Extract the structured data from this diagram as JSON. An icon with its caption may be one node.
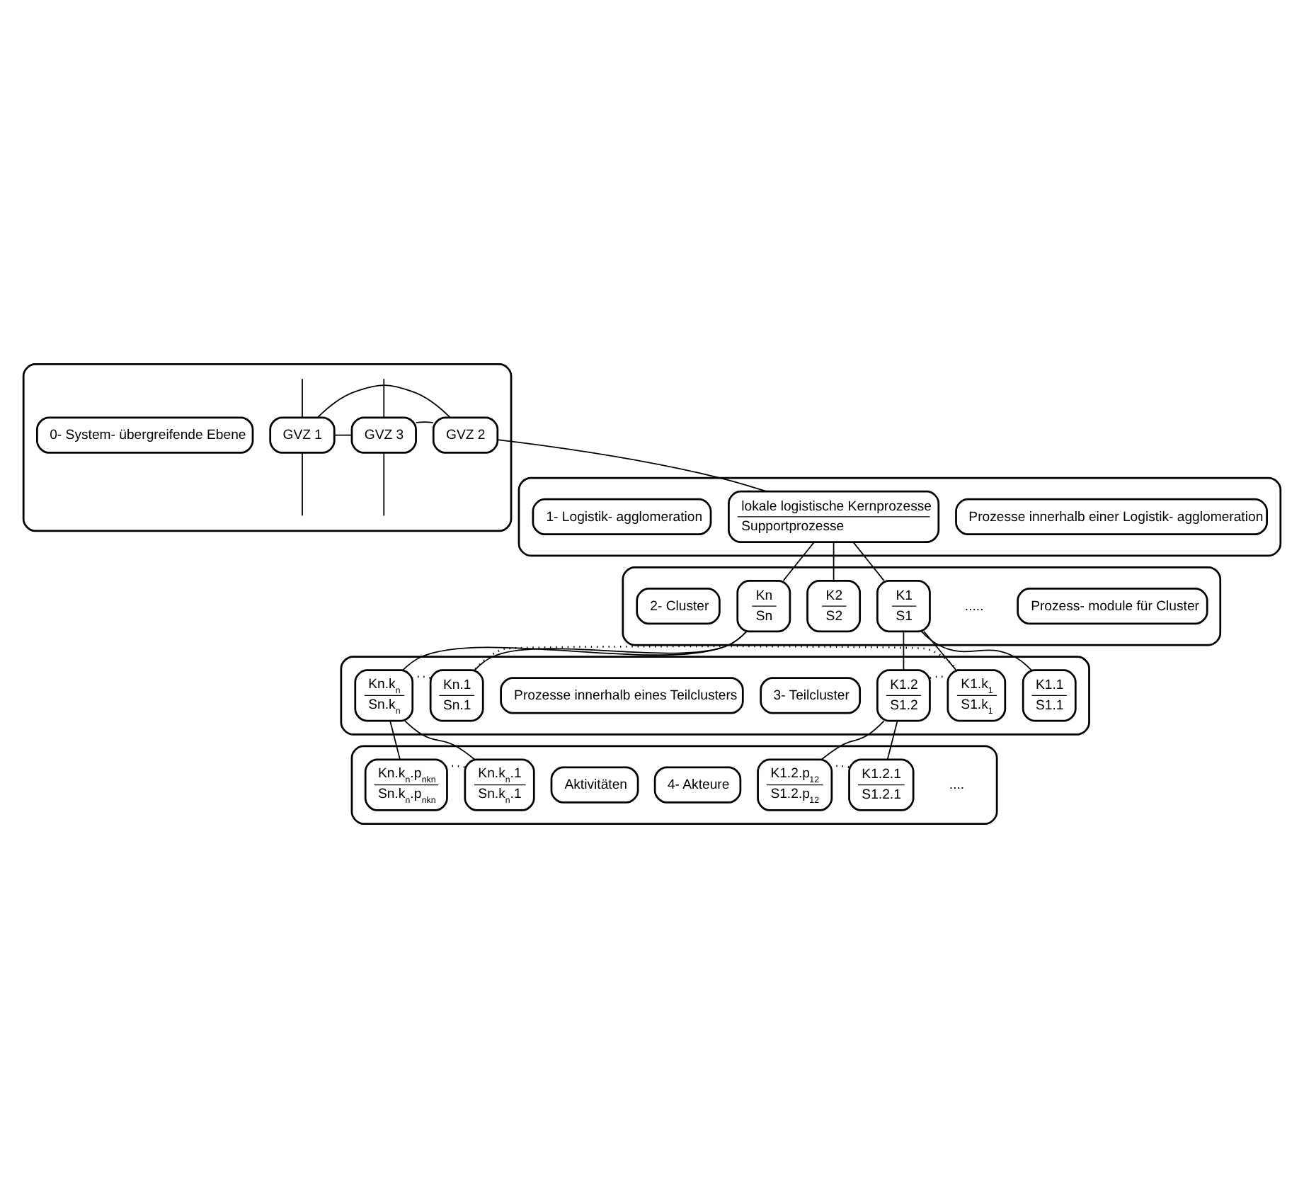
{
  "diagram": {
    "nodes": [
      {
        "text": [],
        "shape": "box"
      },
      {
        "text": [
          "0- System- übergreifende Ebene"
        ],
        "in": 0
      },
      {
        "text": [
          "GVZ 1"
        ],
        "in": 0
      },
      {
        "text": [
          "GVZ 2"
        ],
        "in": 0
      },
      {
        "text": [
          "GVZ 3"
        ],
        "in": 0
      },
      {
        "text": [],
        "shape": "box"
      },
      {
        "text": [
          "1- Logistik- agglomeration"
        ],
        "in": 5
      },
      {
        "text": [
          "lokale logistische Kernprozesse",
          "Supportprozesse"
        ],
        "in": 5
      },
      {
        "text": [
          "Prozesse innerhalb einer Logistik- agglomeration"
        ],
        "in": 5
      },
      {
        "text": [],
        "shape": "box"
      },
      {
        "text": [
          "2- Cluster"
        ],
        "in": 9
      },
      {
        "text": [
          "K1",
          "S1"
        ],
        "in": 9
      },
      {
        "text": [
          "K2",
          "S2"
        ],
        "in": 9
      },
      {
        "text": [
          "Kn",
          "Sn"
        ],
        "in": 9
      },
      {
        "text": [
          "Prozess- module für Cluster"
        ],
        "in": 9
      },
      {
        "text": [],
        "shape": "box"
      },
      {
        "text": [
          "3- Teilcluster"
        ],
        "in": 15
      },
      {
        "text": [
          "K1.1",
          "S1.1"
        ],
        "in": 15
      },
      {
        "text": [
          "K1.2",
          "S1.2"
        ],
        "in": 15
      },
      {
        "text": [
          "K1.k$_{1}$",
          "S1.k$_{1}$"
        ],
        "in": 15
      },
      {
        "text": [
          "Kn.1",
          "Sn.1"
        ],
        "in": 15
      },
      {
        "text": [
          "Kn.k$_{n}$",
          "Sn.k$_{n}$"
        ],
        "in": 15
      },
      {
        "text": [
          "Prozesse innerhalb eines Teilclusters"
        ],
        "in": 15
      },
      {
        "text": [],
        "shape": "box"
      },
      {
        "text": [
          "4- Akteure"
        ],
        "in": 23
      },
      {
        "text": [
          "K1.2.1",
          "S1.2.1"
        ],
        "in": 23
      },
      {
        "text": [
          "K1.2.p$_{12}$",
          "S1.2.p$_{12}$"
        ],
        "in": 23
      },
      {
        "text": [
          "Kn.k$_{n}$.1",
          "Sn.k$_{n}$.1"
        ],
        "in": 23
      },
      {
        "text": [
          "Kn.k$_{n}$.p$_{nkn}$",
          "Sn.k$_{n}$.p$_{nkn}$"
        ],
        "in": 23
      },
      {
        "text": [
          "Aktivitäten"
        ],
        "in": 23
      }
    ],
    "edges": [
      {
        "from": null,
        "to": 2,
        "arrow": "none"
      },
      {
        "from": null,
        "to": 2,
        "arrow": "none"
      },
      {
        "from": 2,
        "to": 3,
        "arrow": "none"
      },
      {
        "from": 2,
        "to": 4,
        "arrow": "none"
      },
      {
        "from": 3,
        "to": 4,
        "arrow": "none"
      },
      {
        "from": 4,
        "to": null,
        "arrow": "none"
      },
      {
        "from": 4,
        "to": null,
        "arrow": "none"
      },
      {
        "from": 3,
        "to": 7,
        "arrow": "none"
      },
      {
        "from": 7,
        "to": 11,
        "arrow": "none"
      },
      {
        "from": 7,
        "to": 12,
        "arrow": "none"
      },
      {
        "from": 7,
        "to": 13,
        "arrow": "none"
      },
      {
        "from": 11,
        "to": 17,
        "arrow": "none"
      },
      {
        "from": 11,
        "to": 18,
        "arrow": "none"
      },
      {
        "from": 11,
        "to": 19,
        "arrow": "none"
      },
      {
        "from": 13,
        "to": 20,
        "arrow": "none"
      },
      {
        "from": 13,
        "to": 21,
        "arrow": "none"
      },
      {
        "from": 18,
        "to": 19,
        "arrow": "none",
        "style": "dashed"
      },
      {
        "from": 19,
        "to": 20,
        "arrow": "none",
        "style": "dashed"
      },
      {
        "from": 20,
        "to": 21,
        "arrow": "none",
        "style": "dashed"
      },
      {
        "from": 18,
        "to": 25,
        "arrow": "none"
      },
      {
        "from": 18,
        "to": 26,
        "arrow": "none"
      },
      {
        "from": 21,
        "to": 27,
        "arrow": "none"
      },
      {
        "from": 21,
        "to": 28,
        "arrow": "none"
      },
      {
        "from": 25,
        "to": 26,
        "arrow": "none",
        "style": "dashed"
      },
      {
        "from": 27,
        "to": 28,
        "arrow": "none",
        "style": "dashed"
      }
    ],
    "labels": [
      ".....",
      "...."
    ]
  }
}
